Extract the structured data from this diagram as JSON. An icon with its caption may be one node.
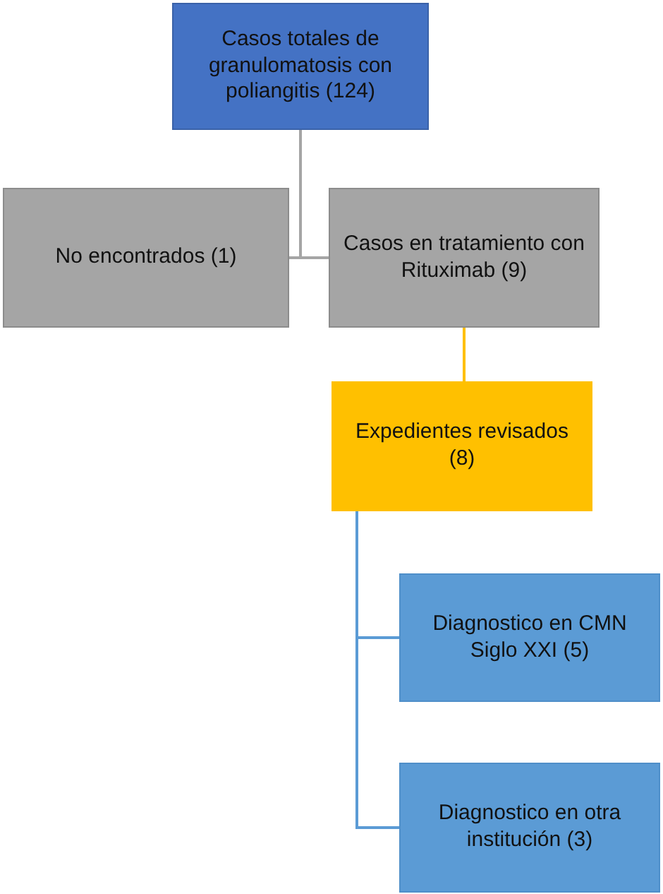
{
  "diagram": {
    "nodes": [
      {
        "text": [
          "Casos totales de granulomatosis con poliangitis (124)"
        ]
      },
      {
        "text": [
          "No encontrados (1)"
        ]
      },
      {
        "text": [
          "Casos en tratamiento con Rituximab (9)"
        ]
      },
      {
        "text": [
          "Expedientes revisados (8)"
        ]
      },
      {
        "text": [
          "Diagnostico en CMN Siglo XXI (5)"
        ]
      },
      {
        "text": [
          "Diagnostico en otra institución (3)"
        ]
      }
    ],
    "edges": [
      {
        "from": 0,
        "to": 1,
        "arrow": "none",
        "color": "#a5a5a5"
      },
      {
        "from": 0,
        "to": 2,
        "arrow": "none",
        "color": "#a5a5a5"
      },
      {
        "from": 2,
        "to": 3,
        "arrow": "none",
        "color": "#ffc000"
      },
      {
        "from": 3,
        "to": 4,
        "arrow": "none",
        "color": "#5b9bd5"
      },
      {
        "from": 3,
        "to": 5,
        "arrow": "none",
        "color": "#5b9bd5"
      }
    ]
  }
}
